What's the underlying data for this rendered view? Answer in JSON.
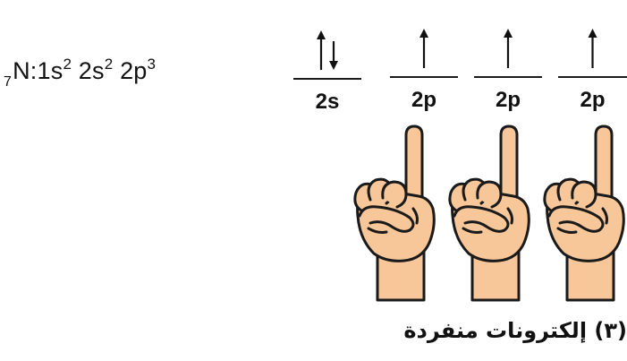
{
  "configuration": {
    "atomic_number": "7",
    "text": "N:1s",
    "exp_1s": "2",
    "part_2s": " 2s",
    "exp_2s": "2",
    "part_2p": " 2p",
    "exp_2p": "3"
  },
  "orbitals": [
    {
      "label": "2s",
      "electrons": [
        "up",
        "down"
      ]
    },
    {
      "label": "2p",
      "electrons": [
        "up"
      ]
    },
    {
      "label": "2p",
      "electrons": [
        "up"
      ]
    },
    {
      "label": "2p",
      "electrons": [
        "up"
      ]
    }
  ],
  "hands": {
    "count": 3,
    "icon": "pointing-up-hand-icon",
    "skin_color": "#f7c79a",
    "outline_color": "#1a1a1a"
  },
  "caption": {
    "text": "(٣) إلكترونات منفردة"
  },
  "colors": {
    "text": "#111111",
    "background": "#ffffff"
  }
}
